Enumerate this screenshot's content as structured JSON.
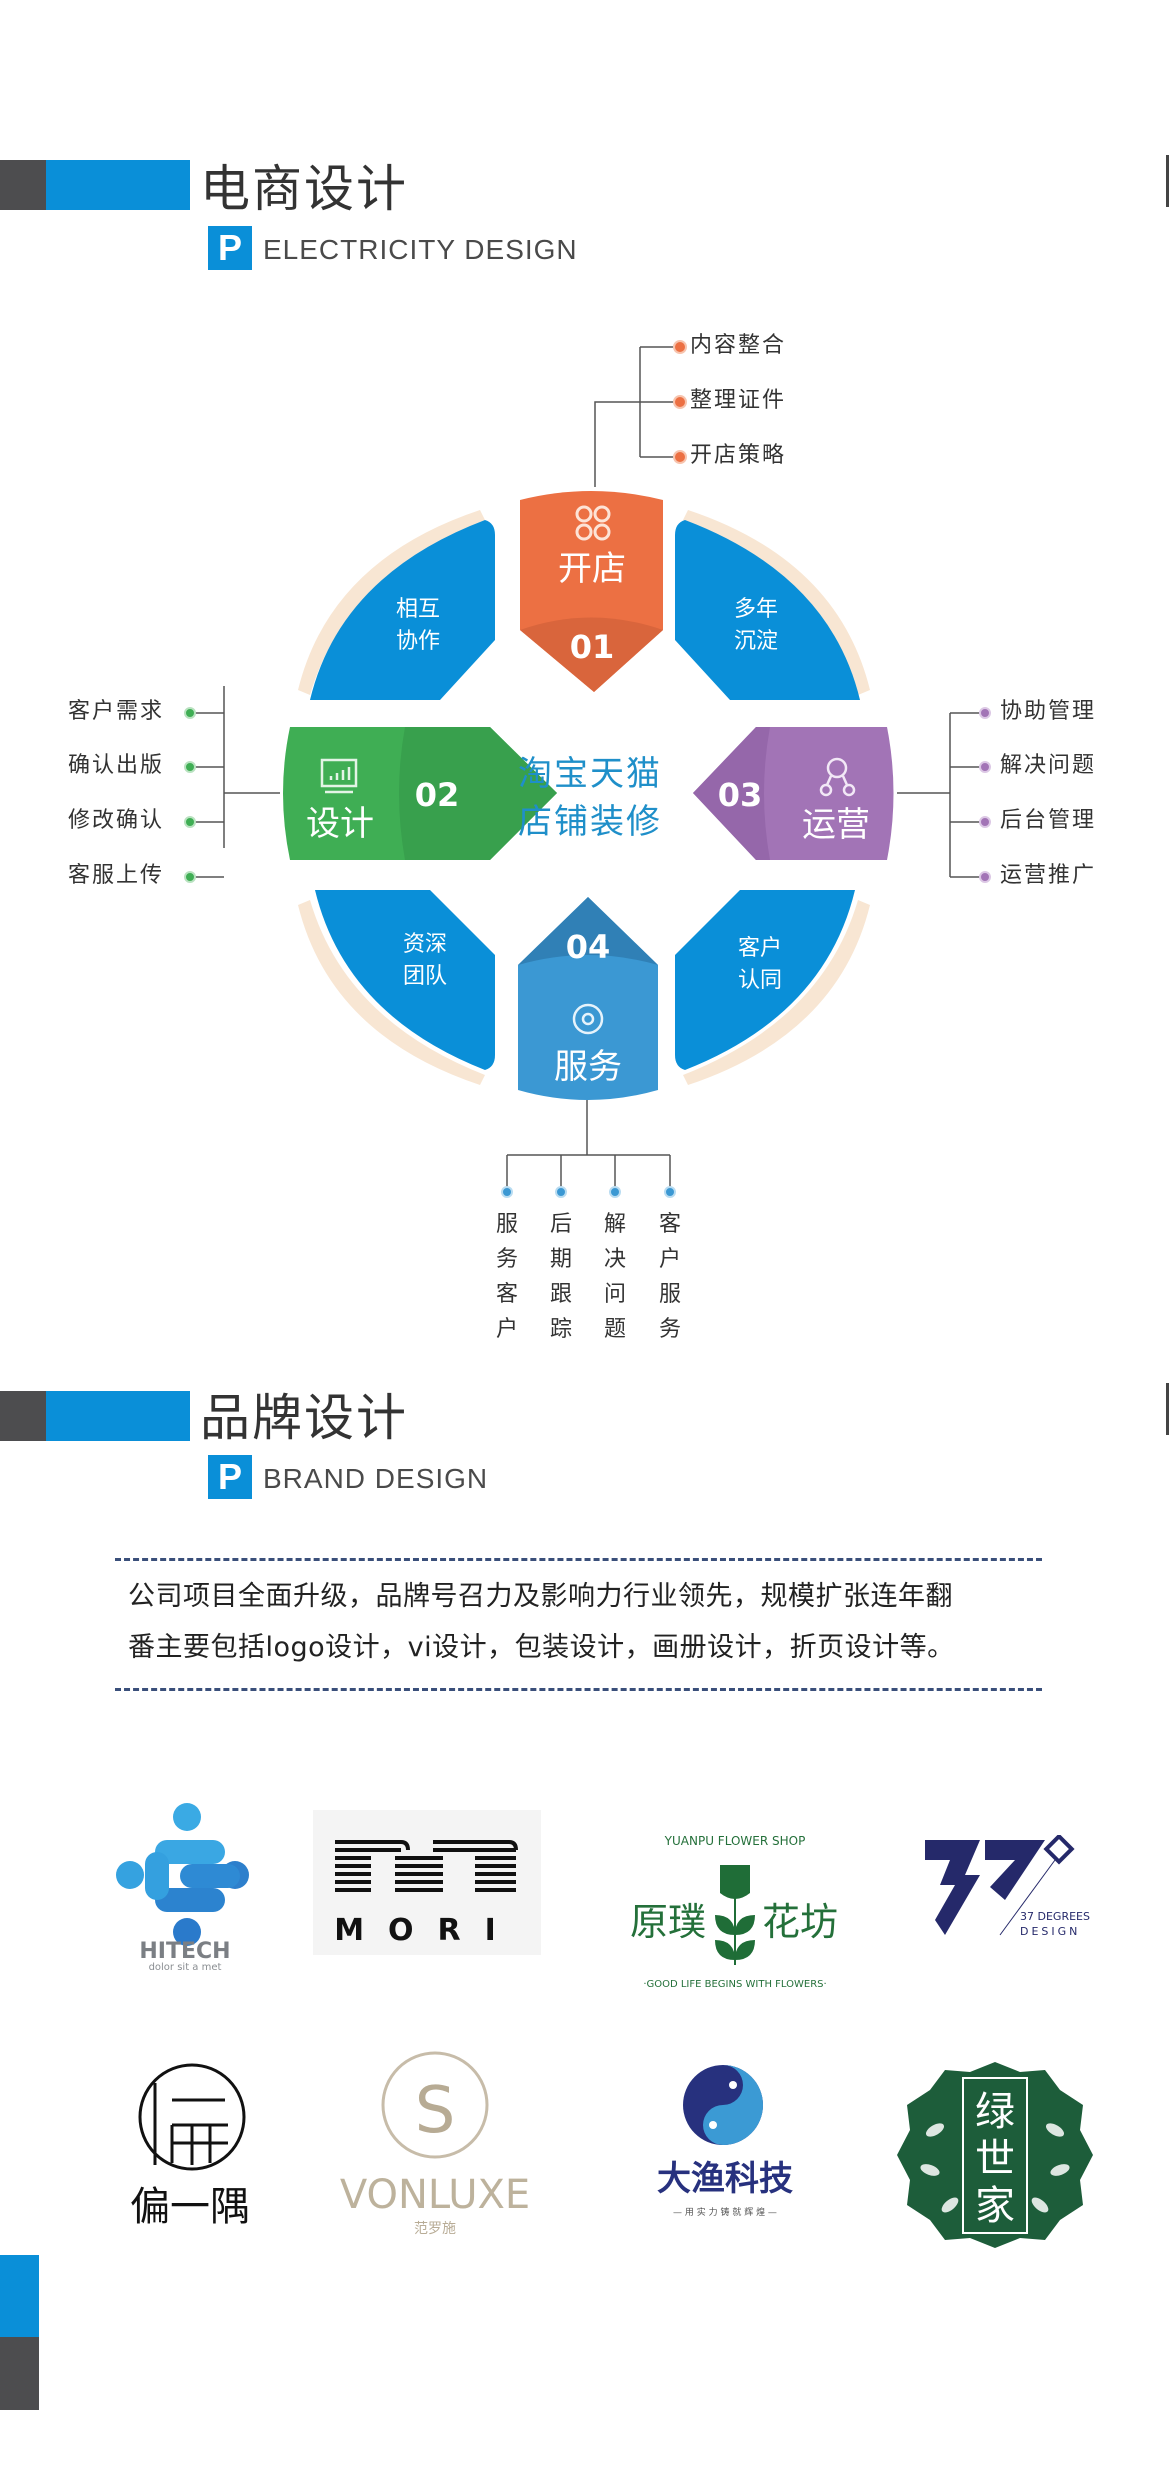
{
  "section1": {
    "title": "电商设计",
    "p_letter": "P",
    "subtitle": "ELECTRICITY DESIGN"
  },
  "diagram": {
    "center_line1": "淘宝天猫",
    "center_line2": "店铺装修",
    "steps": [
      {
        "num": "01",
        "label": "开店",
        "icon": "clover-icon",
        "color": "#ec7043",
        "items": [
          "内容整合",
          "整理证件",
          "开店策略"
        ]
      },
      {
        "num": "02",
        "label": "设计",
        "icon": "monitor-chart-icon",
        "color": "#3fae54",
        "items": [
          "客户需求",
          "确认出版",
          "修改确认",
          "客服上传"
        ]
      },
      {
        "num": "03",
        "label": "运营",
        "icon": "share-nodes-icon",
        "color": "#a274b6",
        "items": [
          "协助管理",
          "解决问题",
          "后台管理",
          "运营推广"
        ]
      },
      {
        "num": "04",
        "label": "服务",
        "icon": "gear-icon",
        "color": "#3b98d3",
        "items": [
          "服务客户",
          "后期跟踪",
          "解决问题",
          "客户服务"
        ]
      }
    ],
    "wedges": [
      {
        "line1": "相互",
        "line2": "协作"
      },
      {
        "line1": "多年",
        "line2": "沉淀"
      },
      {
        "line1": "资深",
        "line2": "团队"
      },
      {
        "line1": "客户",
        "line2": "认同"
      }
    ],
    "wedge_color": "#0a8fd8",
    "center_text_color": "#1f8fc9"
  },
  "section2": {
    "title": "品牌设计",
    "p_letter": "P",
    "subtitle": "BRAND DESIGN",
    "description_line1": "公司项目全面升级，品牌号召力及影响力行业领先，规模扩张连年翻",
    "description_line2": "番主要包括logo设计，vi设计，包装设计，画册设计，折页设计等。"
  },
  "logos": [
    {
      "name": "HITECH",
      "tagline": "dolor sit a met"
    },
    {
      "name": "MORI"
    },
    {
      "name": "原璞花坊",
      "ring_top": "YUANPU FLOWER SHOP",
      "ring_bottom": "·GOOD LIFE BEGINS WITH FLOWERS·"
    },
    {
      "name": "37°",
      "line1": "37 DEGREES",
      "line2": "DESIGN"
    },
    {
      "name": "偏一隅"
    },
    {
      "name": "VONLUXE",
      "chinese": "范罗施"
    },
    {
      "name": "大渔科技",
      "tagline": "— 用 实 力 铸 就 辉 煌 —"
    },
    {
      "name": "绿世家"
    }
  ]
}
